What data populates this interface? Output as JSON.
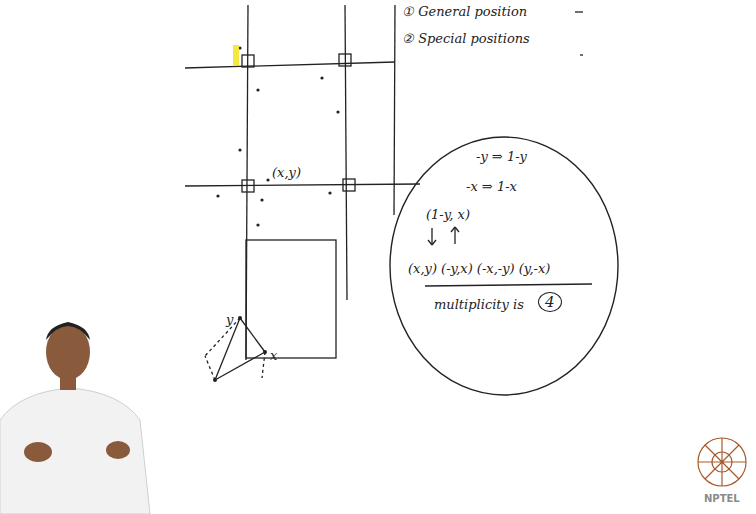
{
  "diagram": {
    "nodes": [
      {
        "text": [
          "-y ⇒ 1-y",
          "-x ⇒ 1-x",
          "(1-y, x)",
          "(x,y) (-y,x) (-x,-y) (y,-x)",
          "multiplicity is",
          "4"
        ]
      }
    ],
    "labels": [
      "① General position",
      "② Special positions",
      "(x,y)",
      "y",
      "x",
      "NPTEL"
    ]
  }
}
